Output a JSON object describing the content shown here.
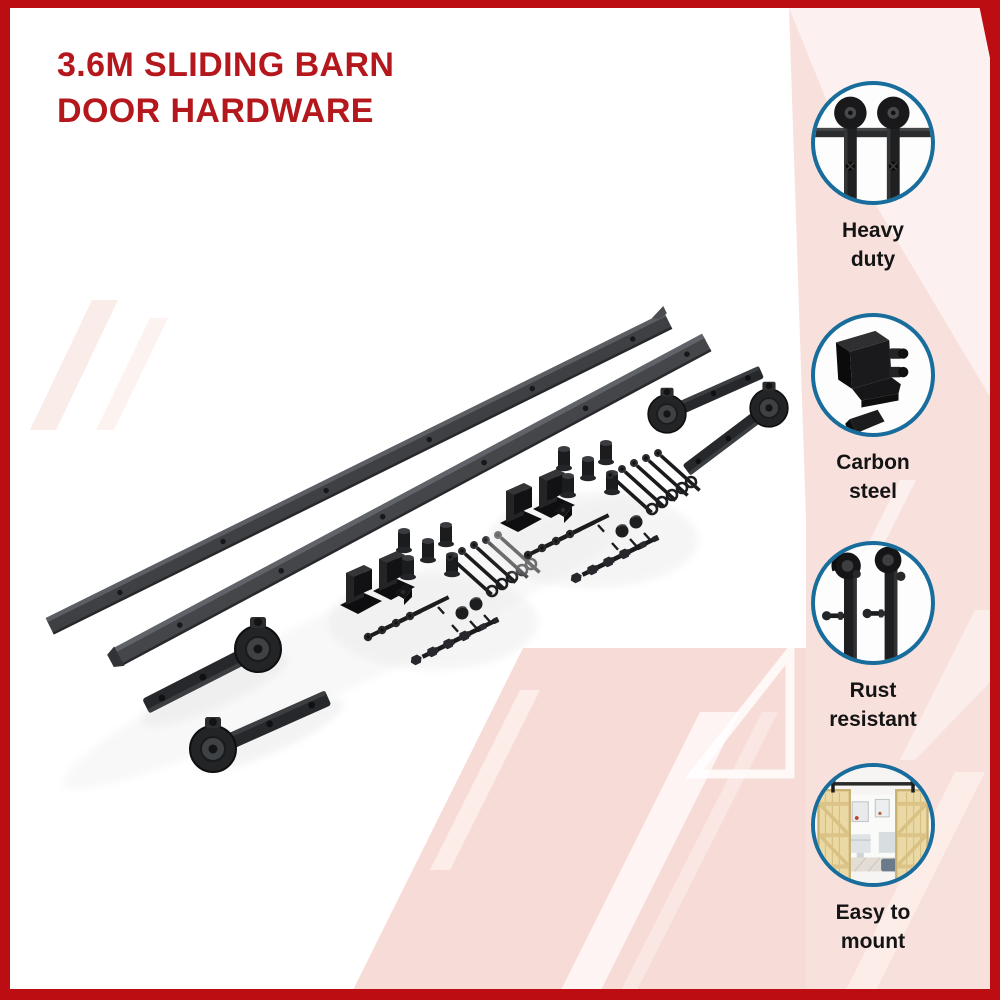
{
  "header": {
    "title_line1": "3.6M SLIDING BARN",
    "title_line2": "DOOR HARDWARE"
  },
  "product_photo": {
    "alt": "Black sliding barn door hardware kit laid out: two long rails with mounting holes, four roller hangers, two sets of bolts, screws, spacers, washers and floor guides"
  },
  "features": [
    {
      "name": "heavy-duty",
      "icon": "hanger-on-rail-icon",
      "label_line1": "Heavy",
      "label_line2": "duty"
    },
    {
      "name": "carbon-steel",
      "icon": "door-stopper-icon",
      "label_line1": "Carbon",
      "label_line2": "steel"
    },
    {
      "name": "rust-resistant",
      "icon": "roller-hanger-icon",
      "label_line1": "Rust",
      "label_line2": "resistant"
    },
    {
      "name": "easy-to-mount",
      "icon": "barn-doors-kitchen-icon",
      "label_line1": "Easy to",
      "label_line2": "mount"
    }
  ],
  "colors": {
    "accent_red": "#b4171c",
    "frame_red": "#bc0e12",
    "ring_blue": "#186d9c",
    "pink_tint": "#f7dbd6",
    "label_text": "#141414"
  }
}
